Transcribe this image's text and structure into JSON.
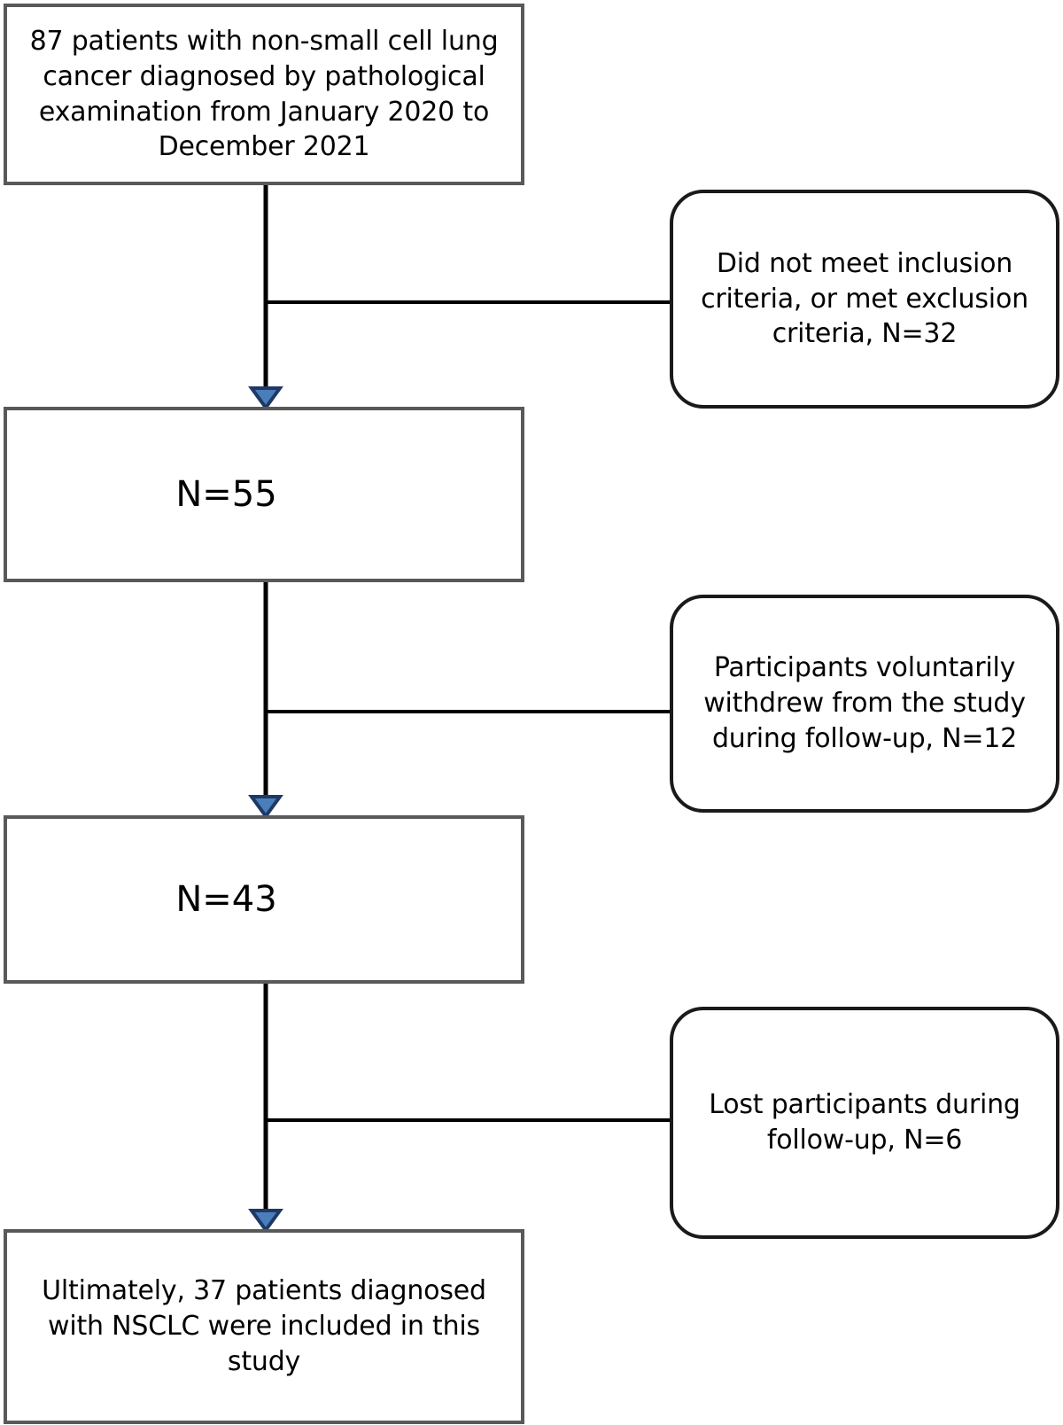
{
  "diagram": {
    "title": "Study participant flow diagram",
    "type": "flowchart",
    "colors": {
      "main_box_border": "#595959",
      "side_box_border": "#1a1a1a",
      "box_fill": "#ffffff",
      "connector": "#000000",
      "arrowhead_fill": "#4a7ebb",
      "arrowhead_stroke": "#1f3864",
      "text": "#000000"
    },
    "main_nodes": [
      {
        "id": "enrolled",
        "name": "initial-cohort-box",
        "text": "87 patients with non-small cell lung cancer diagnosed by pathological examination from January 2020 to December 2021",
        "lines": [
          "87 patients with non-small cell lung",
          "cancer diagnosed by pathological",
          "examination from January 2020 to",
          "December 2021"
        ],
        "value": 87,
        "shape": "rectangle"
      },
      {
        "id": "after-screening",
        "name": "after-screening-box",
        "text": "N=55",
        "lines": [
          "N=55"
        ],
        "value": 55,
        "shape": "rectangle"
      },
      {
        "id": "after-withdrawal",
        "name": "after-withdrawal-box",
        "text": "N=43",
        "lines": [
          "N=43"
        ],
        "value": 43,
        "shape": "rectangle"
      },
      {
        "id": "final-included",
        "name": "final-included-box",
        "text": "Ultimately, 37 patients diagnosed with NSCLC were included in this study",
        "lines": [
          "Ultimately, 37 patients diagnosed",
          "with NSCLC were included in this",
          "study"
        ],
        "value": 37,
        "shape": "rectangle"
      }
    ],
    "exclusion_nodes": [
      {
        "id": "excluded-criteria",
        "name": "exclusion-criteria-box",
        "text": "Did not meet inclusion criteria, or met exclusion criteria, N=32",
        "lines": [
          "Did not meet inclusion",
          "criteria, or met exclusion",
          "criteria, N=32"
        ],
        "value": 32,
        "shape": "rounded-rectangle"
      },
      {
        "id": "excluded-withdrew",
        "name": "voluntary-withdrawal-box",
        "text": "Participants voluntarily withdrew from the study during follow-up, N=12",
        "lines": [
          "Participants voluntarily",
          "withdrew from the study",
          "during follow-up, N=12"
        ],
        "value": 12,
        "shape": "rounded-rectangle"
      },
      {
        "id": "excluded-lost",
        "name": "lost-to-followup-box",
        "text": "Lost participants during follow-up, N=6",
        "lines": [
          "Lost participants during",
          "follow-up, N=6"
        ],
        "value": 6,
        "shape": "rounded-rectangle"
      }
    ],
    "flow": {
      "steps": [
        87,
        55,
        43,
        37
      ],
      "removed": [
        32,
        12,
        6
      ]
    }
  }
}
